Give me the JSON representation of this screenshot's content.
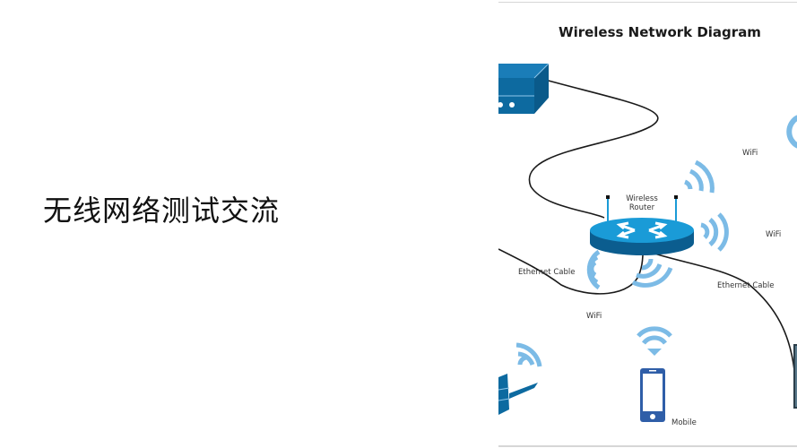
{
  "slide": {
    "title": "无线网络测试交流"
  },
  "diagram": {
    "title": "Wireless Network Diagram",
    "router": {
      "line1": "Wireless",
      "line2": "Router"
    },
    "labels": {
      "ethernet_left": "Ethernet Cable",
      "ethernet_right": "Ethernet Cable",
      "wifi_top_right": "WiFi",
      "wifi_right": "WiFi",
      "wifi_left": "WiFi",
      "mobile": "Mobile"
    },
    "colors": {
      "device_blue": "#0d6aa0",
      "router_top": "#1a9bd7",
      "router_side": "#0b5d8f",
      "wifi_light_blue": "#7cbbe6",
      "phone_blue": "#2f5ea8",
      "cable": "#1a1a1a"
    }
  }
}
